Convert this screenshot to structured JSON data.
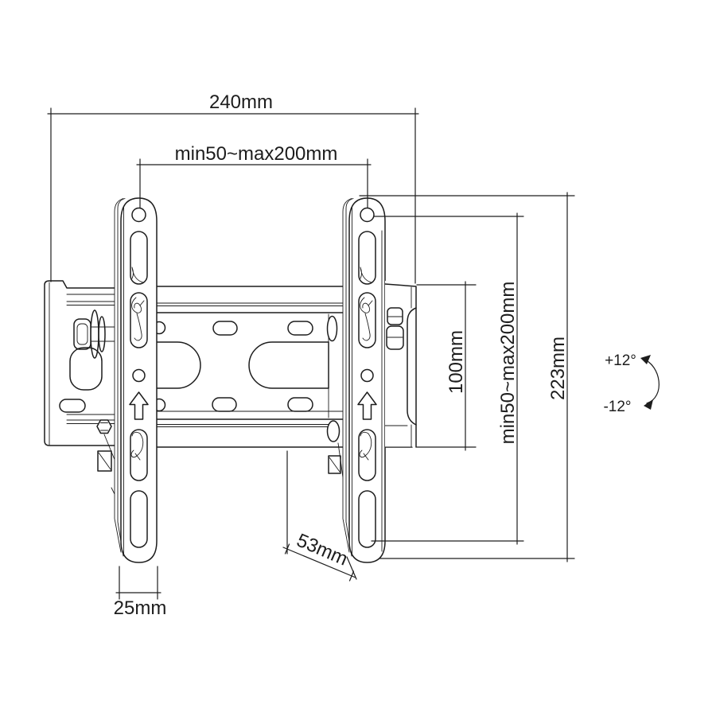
{
  "diagram": {
    "colors": {
      "line": "#1d1d1d",
      "background": "#ffffff"
    },
    "dimensions": {
      "total_width": "240mm",
      "vesa_width_range": "min50~max200mm",
      "bracket_plate_height": "100mm",
      "vesa_height_range": "min50~max200mm",
      "total_height": "223mm",
      "profile_depth": "53mm",
      "arm_width": "25mm"
    },
    "tilt": {
      "up": "+12°",
      "down": "-12°"
    }
  }
}
